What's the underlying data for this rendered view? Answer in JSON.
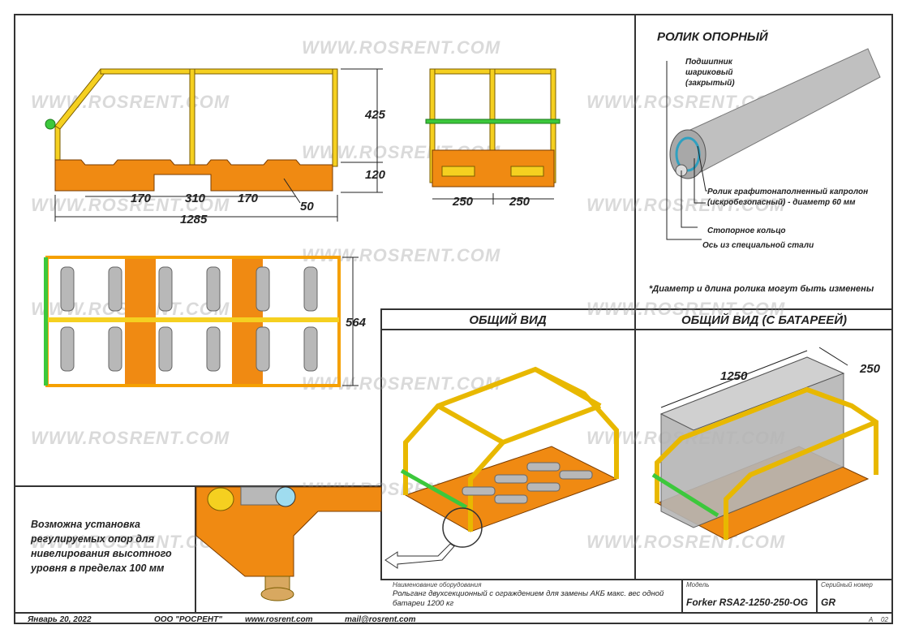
{
  "watermark": "WWW.ROSRENT.COM",
  "dimensions": {
    "height_frame": "425",
    "height_base": "120",
    "seg1": "170",
    "seg2": "310",
    "seg3": "170",
    "offset": "50",
    "length": "1285",
    "front_left": "250",
    "front_right": "250",
    "width": "564",
    "battery_length": "1250",
    "battery_width": "250"
  },
  "roller": {
    "title": "РОЛИК ОПОРНЫЙ",
    "bearing": "Подшипник шариковый (закрытый)",
    "roller_desc": "Ролик графитонаполненный капролон (искробезопасный) - диаметр 60 мм",
    "ring": "Стопорное кольцо",
    "axis": "Ось из специальной стали",
    "note": "*Диаметр и длина ролика могут быть изменены"
  },
  "views": {
    "general": "ОБЩИЙ ВИД",
    "general_battery": "ОБЩИЙ ВИД (С БАТАРЕЕЙ)"
  },
  "detail_note": "Возможна установка регулируемых опор для нивелирования высотного уровня в пределах 100 мм",
  "title_block": {
    "name_label": "Наименование оборудования",
    "name_value": "Рольганг двухсекционный с ограждением для замены АКБ макс. вес одной батареи 1200 кг",
    "model_label": "Модель",
    "model_value": "Forker RSA2-1250-250-OG",
    "serial_label": "Серийный номер",
    "serial_value": "GR",
    "sheet_a": "А",
    "sheet_no": "02"
  },
  "footer": {
    "date": "Январь 20, 2022",
    "company": "ООО \"РОСРЕНТ\"",
    "site": "www.rosrent.com",
    "mail": "mail@rosrent.com"
  },
  "colors": {
    "frame_yellow": "#F5D020",
    "base_orange": "#F08A12",
    "guard_green": "#3CC83C",
    "roller_grey": "#B8B8B8"
  }
}
